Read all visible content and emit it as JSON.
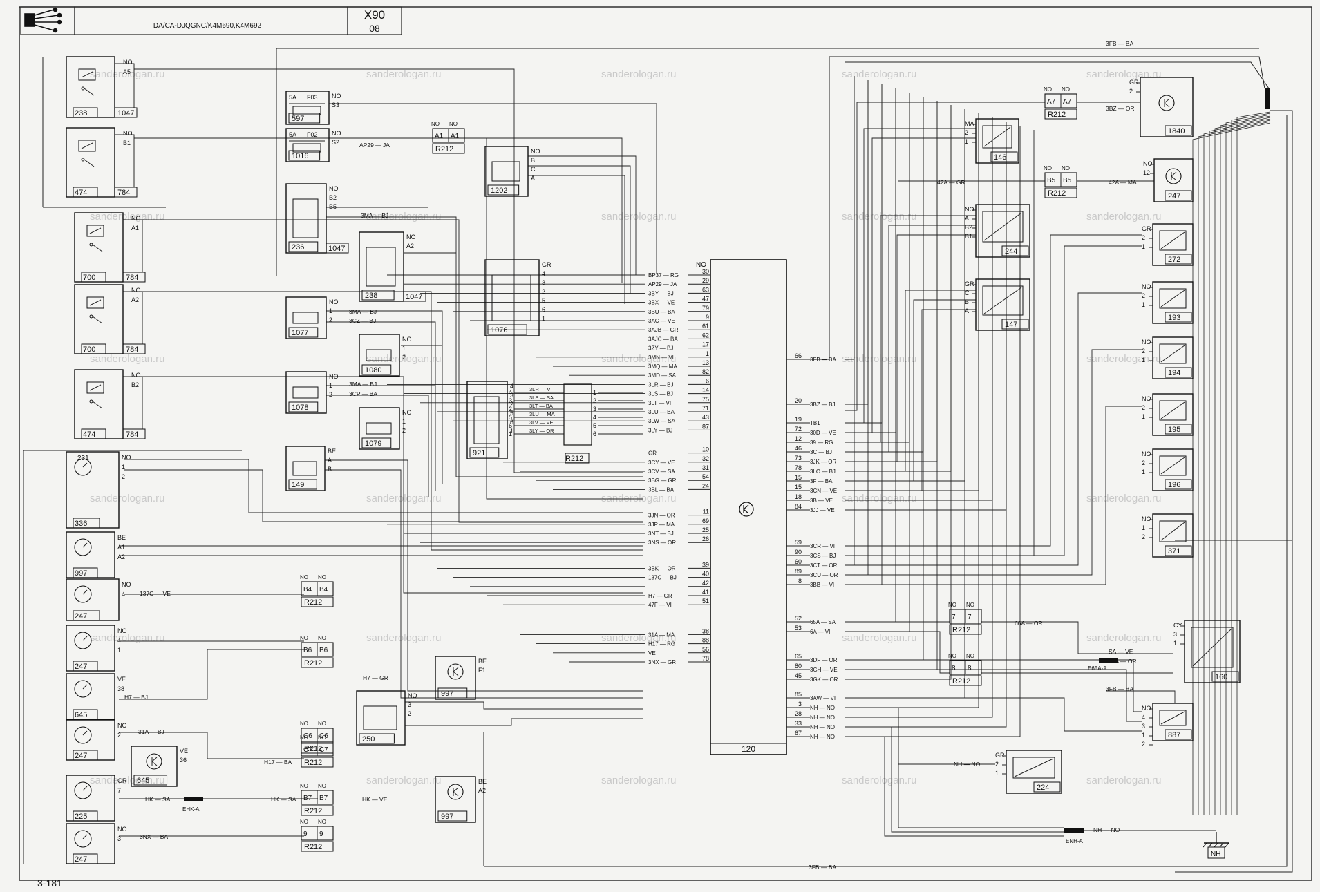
{
  "header": {
    "vehicle": "X90",
    "sheet": "08",
    "engine_code": "DA/CA-DJQGNC/K4M690,K4M692"
  },
  "footer": {
    "page_ref": "3-181"
  },
  "watermark": "sanderologan.ru",
  "ecu": {
    "id": "120",
    "top_pin": "NO"
  },
  "icons": {
    "ecu": "k-circle-icon",
    "ground": "ground-symbol-icon"
  },
  "ecu_left_pins": [
    {
      "wire": "BP37 — RG",
      "pin": "30"
    },
    {
      "wire": "AP29 — JA",
      "pin": "29"
    },
    {
      "wire": "3BY — BJ",
      "pin": "63"
    },
    {
      "wire": "3BX — VE",
      "pin": "47"
    },
    {
      "wire": "3BU — BA",
      "pin": "79"
    },
    {
      "wire": "3AC — VE",
      "pin": "9"
    },
    {
      "wire": "3AJB — GR",
      "pin": "61"
    },
    {
      "wire": "3AJC — BA",
      "pin": "62"
    },
    {
      "wire": "3ZY — BJ",
      "pin": "17"
    },
    {
      "wire": "3MN — VI",
      "pin": "1"
    },
    {
      "wire": "3MQ — MA",
      "pin": "13"
    },
    {
      "wire": "3MD — SA",
      "pin": "82"
    },
    {
      "wire": "3LR — BJ",
      "pin": "6"
    },
    {
      "wire": "3LS — BJ",
      "pin": "14"
    },
    {
      "wire": "3LT — VI",
      "pin": "75"
    },
    {
      "wire": "3LU — BA",
      "pin": "71"
    },
    {
      "wire": "3LW — SA",
      "pin": "43"
    },
    {
      "wire": "3LY — BJ",
      "pin": "87"
    },
    {
      "wire": "GR",
      "pin": "10"
    },
    {
      "wire": "3CY — VE",
      "pin": "32"
    },
    {
      "wire": "3CV — SA",
      "pin": "31"
    },
    {
      "wire": "3BG — GR",
      "pin": "54"
    },
    {
      "wire": "3BL — BA",
      "pin": "24"
    },
    {
      "wire": "3JN — OR",
      "pin": "11"
    },
    {
      "wire": "3JP — MA",
      "pin": "69"
    },
    {
      "wire": "3NT — BJ",
      "pin": "25"
    },
    {
      "wire": "3NS — OR",
      "pin": "26"
    },
    {
      "wire": "3BK — OR",
      "pin": "39"
    },
    {
      "wire": "137C — BJ",
      "pin": "40"
    },
    {
      "wire": "",
      "pin": "42"
    },
    {
      "wire": "H7 — GR",
      "pin": "41"
    },
    {
      "wire": "47F — VI",
      "pin": "51"
    },
    {
      "wire": "31A — MA",
      "pin": "38"
    },
    {
      "wire": "H17 — RG",
      "pin": "88"
    },
    {
      "wire": "VE",
      "pin": "56"
    },
    {
      "wire": "3NX — GR",
      "pin": "78"
    }
  ],
  "ecu_right_pins": [
    {
      "pin": "66",
      "wire": "3FB — BA"
    },
    {
      "pin": "20",
      "wire": "3BZ — BJ"
    },
    {
      "pin": "19",
      "wire": "TB1"
    },
    {
      "pin": "72",
      "wire": "30D — VE"
    },
    {
      "pin": "12",
      "wire": "39 — RG"
    },
    {
      "pin": "46",
      "wire": "3C — BJ"
    },
    {
      "pin": "73",
      "wire": "3JK — OR"
    },
    {
      "pin": "78",
      "wire": "3LO — BJ"
    },
    {
      "pin": "15",
      "wire": "3F — BA"
    },
    {
      "pin": "15",
      "wire": "3CN — VE"
    },
    {
      "pin": "18",
      "wire": "3B — VE"
    },
    {
      "pin": "84",
      "wire": "3JJ — VE"
    },
    {
      "pin": "59",
      "wire": "3CR — VI"
    },
    {
      "pin": "90",
      "wire": "3CS — BJ"
    },
    {
      "pin": "60",
      "wire": "3CT — OR"
    },
    {
      "pin": "89",
      "wire": "3CU — OR"
    },
    {
      "pin": "8",
      "wire": "3BB — VI"
    },
    {
      "pin": "52",
      "wire": "65A — SA"
    },
    {
      "pin": "53",
      "wire": "6A — VI"
    },
    {
      "pin": "65",
      "wire": "3DF — OR"
    },
    {
      "pin": "80",
      "wire": "3GH — VE"
    },
    {
      "pin": "45",
      "wire": "3GK — OR"
    },
    {
      "pin": "85",
      "wire": "3AW — VI"
    },
    {
      "pin": "3",
      "wire": "NH — NO"
    },
    {
      "pin": "28",
      "wire": "NH — NO"
    },
    {
      "pin": "33",
      "wire": "NH — NO"
    },
    {
      "pin": "67",
      "wire": "NH — NO"
    }
  ],
  "left_components": [
    {
      "id": "238",
      "sub": "1047",
      "pins": [
        "NO",
        "A5"
      ]
    },
    {
      "id": "474",
      "sub": "784",
      "pins": [
        "NO",
        "B1"
      ]
    },
    {
      "id": "700",
      "sub": "784",
      "pins": [
        "NO",
        "A1"
      ]
    },
    {
      "id": "700",
      "sub": "784",
      "pins": [
        "NO",
        "A2"
      ]
    },
    {
      "id": "474",
      "sub": "784",
      "pins": [
        "NO",
        "B2"
      ]
    },
    {
      "id": "336",
      "sub": "",
      "top": "231",
      "pins": [
        "NO",
        "1",
        "2"
      ]
    },
    {
      "id": "997",
      "sub": "",
      "pins": [
        "BE",
        "A1",
        "A2"
      ]
    },
    {
      "id": "247",
      "sub": "",
      "pins": [
        "NO",
        "4"
      ]
    },
    {
      "id": "247",
      "sub": "",
      "pins": [
        "NO",
        "4",
        "1"
      ]
    },
    {
      "id": "645",
      "sub": "",
      "pins": [
        "VE",
        "38"
      ]
    },
    {
      "id": "247",
      "sub": "",
      "pins": [
        "NO",
        "2"
      ]
    },
    {
      "id": "225",
      "sub": "",
      "pins": [
        "GR",
        "7"
      ]
    },
    {
      "id": "247",
      "sub": "",
      "pins": [
        "NO",
        "3"
      ]
    }
  ],
  "mid_components": [
    {
      "id": "597",
      "fuse": "5A",
      "ref": "F03",
      "pins": [
        "NO",
        "S3"
      ]
    },
    {
      "id": "1016",
      "fuse": "5A",
      "ref": "F02",
      "pins": [
        "NO",
        "S2"
      ]
    },
    {
      "id": "236",
      "sub": "1047",
      "pins": [
        "NO",
        "B2",
        "B5"
      ]
    },
    {
      "id": "238",
      "sub": "1047",
      "pins": [
        "NO",
        "A2"
      ]
    },
    {
      "id": "1077",
      "pins": [
        "NO",
        "1",
        "2"
      ]
    },
    {
      "id": "1080",
      "pins": [
        "NO",
        "1",
        "2"
      ]
    },
    {
      "id": "1078",
      "pins": [
        "NO",
        "1",
        "2"
      ]
    },
    {
      "id": "1079",
      "pins": [
        "NO",
        "1",
        "2"
      ]
    },
    {
      "id": "149",
      "pins": [
        "BE",
        "A",
        "B"
      ]
    },
    {
      "id": "1202",
      "pins": [
        "NO",
        "B",
        "C",
        "A"
      ]
    },
    {
      "id": "1076",
      "pins": [
        "GR",
        "4",
        "3",
        "2",
        "5",
        "6",
        "1"
      ]
    },
    {
      "id": "921",
      "pins": [
        "4",
        "3",
        "2",
        "5",
        "6",
        "1"
      ]
    },
    {
      "id": "250",
      "pins": [
        "NO",
        "3",
        "2"
      ]
    },
    {
      "id": "645",
      "pins": [
        "VE",
        "36"
      ]
    },
    {
      "id": "997",
      "pins": [
        "BE",
        "F1"
      ]
    },
    {
      "id": "997",
      "pins": [
        "BE",
        "A2"
      ]
    }
  ],
  "r212_blocks": [
    {
      "a": "A1",
      "b": "A1"
    },
    {
      "a": "B4",
      "b": "B4"
    },
    {
      "a": "B6",
      "b": "B6"
    },
    {
      "a": "C6",
      "b": "C6"
    },
    {
      "a": "C7",
      "b": "C7"
    },
    {
      "a": "B7",
      "b": "B7"
    },
    {
      "a": "9",
      "b": "9"
    },
    {
      "a": "A7",
      "b": "A7"
    },
    {
      "a": "B5",
      "b": "B5"
    },
    {
      "a": "7",
      "b": "7"
    },
    {
      "a": "8",
      "b": "8"
    }
  ],
  "r212_label": "R212",
  "r212_pin_label": "NO",
  "right_components": [
    {
      "id": "1840",
      "pins": [
        "GR",
        "2"
      ]
    },
    {
      "id": "146",
      "pins": [
        "MA",
        "2",
        "1"
      ]
    },
    {
      "id": "247",
      "pins": [
        "NO",
        "12"
      ]
    },
    {
      "id": "244",
      "pins": [
        "NO",
        "A",
        "B2",
        "B1"
      ]
    },
    {
      "id": "272",
      "pins": [
        "GR",
        "2",
        "1"
      ]
    },
    {
      "id": "147",
      "pins": [
        "GR",
        "C",
        "B",
        "A"
      ]
    },
    {
      "id": "193",
      "pins": [
        "NO",
        "2",
        "1"
      ]
    },
    {
      "id": "194",
      "pins": [
        "NO",
        "2",
        "1"
      ]
    },
    {
      "id": "195",
      "pins": [
        "NO",
        "2",
        "1"
      ]
    },
    {
      "id": "196",
      "pins": [
        "NO",
        "2",
        "1"
      ]
    },
    {
      "id": "371",
      "pins": [
        "NO",
        "1",
        "2"
      ]
    },
    {
      "id": "160",
      "pins": [
        "CY",
        "3",
        "1"
      ]
    },
    {
      "id": "887",
      "pins": [
        "NO",
        "4",
        "3",
        "1",
        "2"
      ]
    },
    {
      "id": "224",
      "pins": [
        "GR",
        "2",
        "1"
      ]
    }
  ],
  "wire_labels": {
    "fb_top": "3FB — BA",
    "fb_bottom": "3FB — BA",
    "ap29": "AP29 — JA",
    "bz": "3BZ — OR",
    "a42": "42A — GR",
    "a42b": "42A — MA",
    "fb_br": "3FB — BA",
    "h7": "H7 — GR",
    "h7_bj": "H7 — BJ",
    "c137": "137C — VE",
    "a31": "31A — BJ",
    "h17": "H17 — BA",
    "hk_sa": "HK — SA",
    "hk_ve": "HK — VE",
    "nx": "3NX — BA",
    "ehk": "EHK-A",
    "a66": "66A — OR",
    "a66b": "66A — OR",
    "sa_ve": "SA — VE",
    "e65": "E65A-A",
    "nh_no": "NH — NO",
    "enh": "ENH-A",
    "nh_box": "NH",
    "ma_bj": "3MA — BJ",
    "cz_bj": "3CZ — BJ",
    "ma_bj2": "3MA — BJ",
    "cp_ba": "3CP — BA",
    "bundle": "3LR — VI"
  },
  "r921_wires": [
    {
      "pin": "4",
      "wire": "3LR — VI"
    },
    {
      "pin": "3",
      "wire": "3LS — SA"
    },
    {
      "pin": "2",
      "wire": "3LT — BA"
    },
    {
      "pin": "5",
      "wire": "3LU — MA"
    },
    {
      "pin": "6",
      "wire": "3LV — VE"
    },
    {
      "pin": "1",
      "wire": "3LY — OR"
    }
  ],
  "r212_rows": [
    "1",
    "2",
    "3",
    "4",
    "5",
    "6"
  ]
}
